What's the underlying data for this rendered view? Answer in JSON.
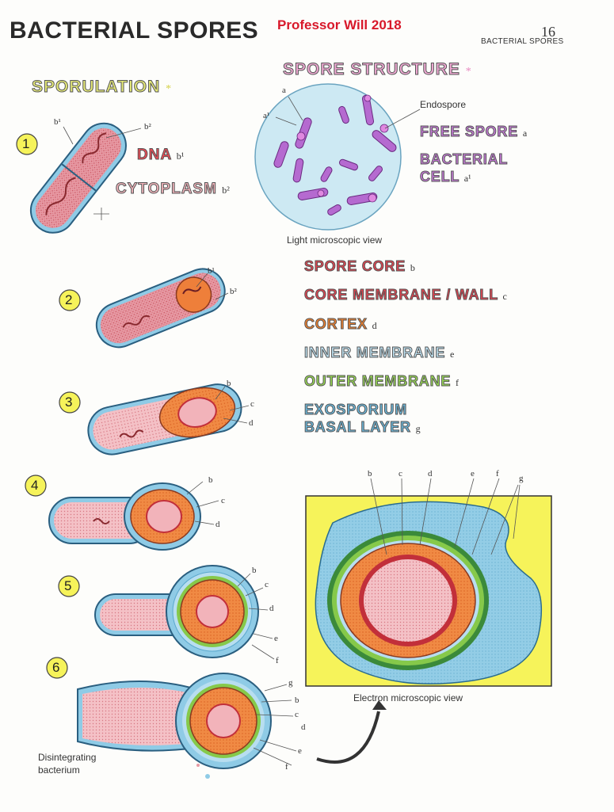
{
  "header": {
    "title": "BACTERIAL SPORES",
    "credit": "Professor Will 2018",
    "page_number": "16",
    "running_head": "BACTERIAL SPORES"
  },
  "sporulation": {
    "heading": "SPORULATION",
    "star": "*",
    "stages": [
      "1",
      "2",
      "3",
      "4",
      "5",
      "6"
    ],
    "dna_label": "DNA",
    "dna_sub": "b¹",
    "cytoplasm_label": "CYTOPLASM",
    "cytoplasm_sub": "b²",
    "disintegrating_line1": "Disintegrating",
    "disintegrating_line2": "bacterium"
  },
  "spore_structure": {
    "heading": "SPORE STRUCTURE",
    "star": "*",
    "endospore": "Endospore",
    "light_view": "Light microscopic view",
    "electron_view": "Electron microscopic view",
    "free_spore": "FREE SPORE",
    "free_spore_sub": "a",
    "bacterial_cell_line1": "BACTERIAL",
    "bacterial_cell_line2": "CELL",
    "bacterial_cell_sub": "a¹"
  },
  "legend": [
    {
      "label": "SPORE CORE",
      "sub": "b",
      "color": "#d8363a"
    },
    {
      "label": "CORE MEMBRANE / WALL",
      "sub": "c",
      "color": "#d8363a"
    },
    {
      "label": "CORTEX",
      "sub": "d",
      "color": "#ef7a2c"
    },
    {
      "label": "INNER MEMBRANE",
      "sub": "e",
      "color": "#b8def0"
    },
    {
      "label": "OUTER MEMBRANE",
      "sub": "f",
      "color": "#8ed44a"
    },
    {
      "label": "EXOSPORIUM",
      "sub": "",
      "color": "#5fb0d6"
    },
    {
      "label": "BASAL LAYER",
      "sub": "g",
      "color": "#5fb0d6"
    }
  ],
  "letters": {
    "a": "a",
    "a1": "a¹",
    "b": "b",
    "b1": "b¹",
    "b2": "b²",
    "c": "c",
    "d": "d",
    "e": "e",
    "f": "f",
    "g": "g"
  },
  "colors": {
    "cytoplasm": "#e8a0a8",
    "core": "#f2b3ba",
    "cortex": "#ee7f3a",
    "exosporium": "#8fcbe6",
    "outer_membrane": "#86c94a",
    "yellow_bg": "#f6f35a",
    "bacteria_light": "#cde9f3",
    "spore_purple": "#b56ad0"
  }
}
